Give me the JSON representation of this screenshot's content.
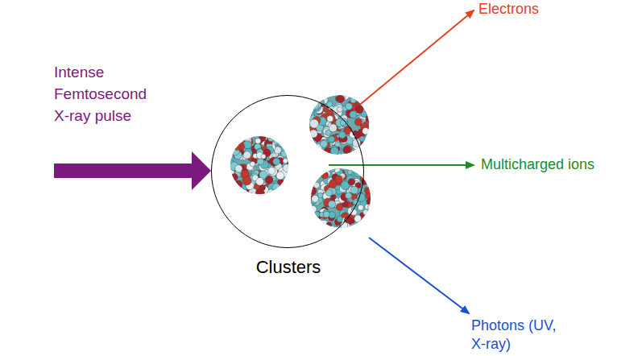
{
  "diagram": {
    "nodes": [
      {
        "text": [
          "Clusters"
        ]
      }
    ],
    "labels": [
      "Intense Femtosecond X-ray pulse",
      "Electrons",
      "Multicharged ions",
      "Photons (UV, X-ray)"
    ]
  }
}
